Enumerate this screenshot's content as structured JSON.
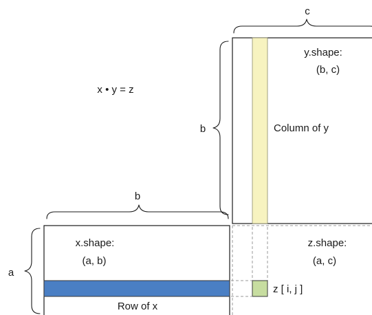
{
  "equation": "x • y = z",
  "x_matrix": {
    "shape_label": "x.shape:",
    "shape_value": "(a, b)",
    "width_label": "b",
    "height_label": "a",
    "highlight_label": "Row of x"
  },
  "y_matrix": {
    "shape_label": "y.shape:",
    "shape_value": "(b, c)",
    "width_label": "c",
    "height_label": "b",
    "highlight_label": "Column of y"
  },
  "z_matrix": {
    "shape_label": "z.shape:",
    "shape_value": "(a, c)",
    "element_label": "z [ i,  j ]"
  },
  "colors": {
    "row_fill": "#4a7fc4",
    "column_fill": "#f7f3c0",
    "element_fill": "#c7dda0",
    "line": "#1a1a1a",
    "guide": "#9a9a9a"
  }
}
